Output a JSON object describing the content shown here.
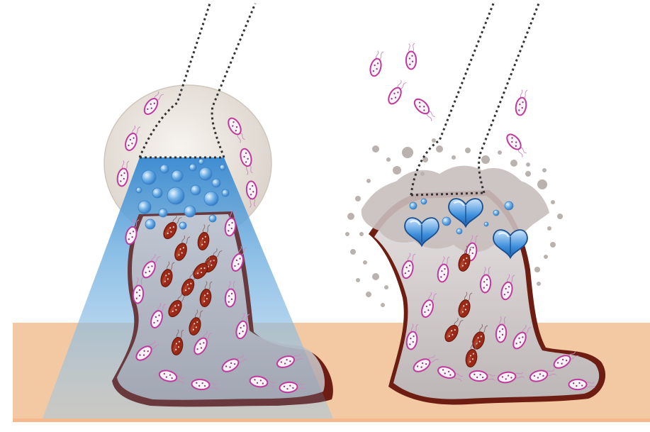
{
  "colors": {
    "background": "#ffffff",
    "substrate": "#f1c9a3",
    "substrate_edge": "#f6b88c",
    "biofilm_matrix": "#c9c2c3",
    "biofilm_dark_edge": "#6e1d12",
    "shell": "#ece6df",
    "treatment_beam": "#3d8fd0",
    "bubble": "#4d9ee0",
    "burst_particle": "#b9b2ae",
    "live_bacterium_fill": "#f6f0f6",
    "live_bacterium_stroke": "#c0399e",
    "dead_bacterium_fill": "#9a2a17",
    "disrupter_fill": "#2d7fd0",
    "probe_outline": "#333333"
  },
  "panels": [
    {
      "name": "left-panel",
      "elements": [
        "substrate",
        "shell",
        "treatment-beam",
        "bubbles",
        "biofilm",
        "live-bacteria",
        "dead-bacteria",
        "probe"
      ]
    },
    {
      "name": "right-panel",
      "elements": [
        "substrate",
        "disrupted-biofilm",
        "debris-particles",
        "detaching-bacteria",
        "heart-shaped-agents",
        "probe"
      ]
    }
  ]
}
